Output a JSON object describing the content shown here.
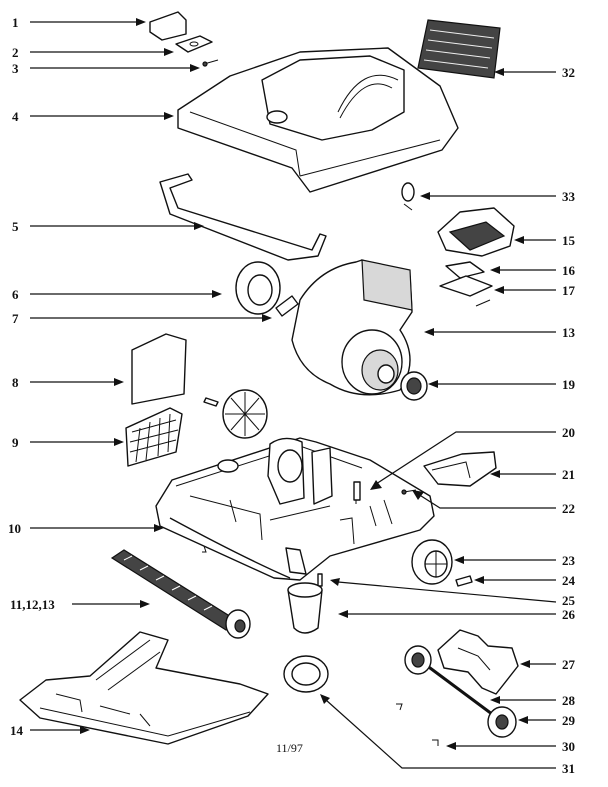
{
  "diagram": {
    "date_code": "11/97",
    "callouts": [
      {
        "id": "c1",
        "label": "1"
      },
      {
        "id": "c2",
        "label": "2"
      },
      {
        "id": "c3",
        "label": "3"
      },
      {
        "id": "c4",
        "label": "4"
      },
      {
        "id": "c5",
        "label": "5"
      },
      {
        "id": "c6",
        "label": "6"
      },
      {
        "id": "c7",
        "label": "7"
      },
      {
        "id": "c8",
        "label": "8"
      },
      {
        "id": "c9",
        "label": "9"
      },
      {
        "id": "c10",
        "label": "10"
      },
      {
        "id": "c11",
        "label": "11,12,13"
      },
      {
        "id": "c14",
        "label": "14"
      },
      {
        "id": "c13r",
        "label": "13"
      },
      {
        "id": "c15",
        "label": "15"
      },
      {
        "id": "c16",
        "label": "16"
      },
      {
        "id": "c17",
        "label": "17"
      },
      {
        "id": "c19",
        "label": "19"
      },
      {
        "id": "c20",
        "label": "20"
      },
      {
        "id": "c21",
        "label": "21"
      },
      {
        "id": "c22",
        "label": "22"
      },
      {
        "id": "c23",
        "label": "23"
      },
      {
        "id": "c24",
        "label": "24"
      },
      {
        "id": "c25",
        "label": "25"
      },
      {
        "id": "c26",
        "label": "26"
      },
      {
        "id": "c27",
        "label": "27"
      },
      {
        "id": "c28",
        "label": "28"
      },
      {
        "id": "c29",
        "label": "29"
      },
      {
        "id": "c30",
        "label": "30"
      },
      {
        "id": "c31",
        "label": "31"
      },
      {
        "id": "c32",
        "label": "32"
      },
      {
        "id": "c33",
        "label": "33"
      }
    ]
  }
}
